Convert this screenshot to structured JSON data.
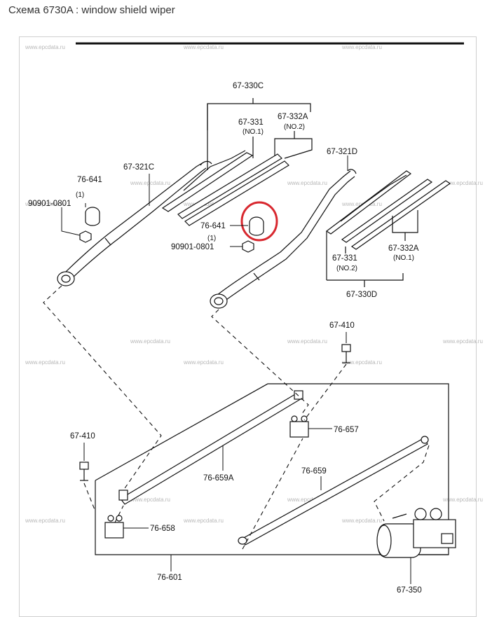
{
  "page": {
    "title": "Схема 6730A : window shield wiper"
  },
  "watermark": "www.epcdata.ru",
  "highlight_color": "#d8282f",
  "parts": {
    "p67_330C": "67-330C",
    "p67_331_no1": "67-331",
    "p67_331_no1_qty": "(NO.1)",
    "p67_332A_no2": "67-332A",
    "p67_332A_no2_qty": "(NO.2)",
    "p67_321C": "67-321C",
    "p76_641_left": "76-641",
    "p76_641_left_qty": "(1)",
    "p90901_0801_left": "90901-0801",
    "p76_641_center": "76-641",
    "p90901_0801_center_qty": "(1)",
    "p90901_0801_center": "90901-0801",
    "p67_321D": "67-321D",
    "p67_331_no2": "67-331",
    "p67_331_no2_qty": "(NO.2)",
    "p67_332A_no1": "67-332A",
    "p67_332A_no1_qty": "(NO.1)",
    "p67_330D": "67-330D",
    "p67_410_top": "67-410",
    "p76_657": "76-657",
    "p67_410_left": "67-410",
    "p76_659A": "76-659A",
    "p76_659": "76-659",
    "p76_658": "76-658",
    "p76_601": "76-601",
    "p67_350": "67-350"
  }
}
